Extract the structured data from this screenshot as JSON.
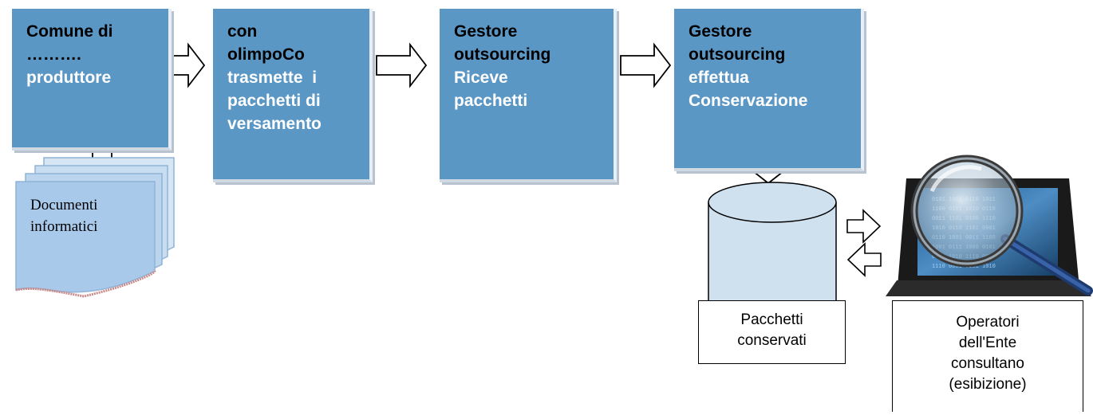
{
  "boxes": [
    {
      "lines": [
        {
          "text": "Comune di",
          "tone": "dark"
        },
        {
          "text": "……….",
          "tone": "dark"
        },
        {
          "text": "produttore",
          "tone": "light"
        }
      ]
    },
    {
      "lines": [
        {
          "text": "con",
          "tone": "dark"
        },
        {
          "text": "olimpoCo",
          "tone": "dark"
        },
        {
          "text": "trasmette  i",
          "tone": "light"
        },
        {
          "text": "pacchetti di",
          "tone": "light"
        },
        {
          "text": "versamento",
          "tone": "light"
        }
      ]
    },
    {
      "lines": [
        {
          "text": "Gestore",
          "tone": "dark"
        },
        {
          "text": "outsourcing",
          "tone": "dark"
        },
        {
          "text": "Riceve",
          "tone": "light"
        },
        {
          "text": "pacchetti",
          "tone": "light"
        }
      ]
    },
    {
      "lines": [
        {
          "text": "Gestore",
          "tone": "dark"
        },
        {
          "text": "outsourcing",
          "tone": "dark"
        },
        {
          "text": "effettua",
          "tone": "light"
        },
        {
          "text": "Conservazione",
          "tone": "light"
        }
      ]
    }
  ],
  "documents": {
    "line1": "Documenti",
    "line2": "informatici"
  },
  "storage": {
    "line1": "Pacchetti",
    "line2": "conservati"
  },
  "operators": {
    "line1": "Operatori",
    "line2": "dell'Ente",
    "line3": "consultano",
    "line4": "(esibizione)"
  },
  "colors": {
    "box_fill": "#5b97c5",
    "box_light_text": "#ffffff",
    "box_dark_text": "#000000",
    "document_fill": "#a9c9ea",
    "cylinder_fill": "#cfe0ee"
  },
  "icons": [
    "right-arrow-icon",
    "up-arrow-icon",
    "down-arrow-icon",
    "left-arrow-icon",
    "database-cylinder-icon",
    "document-stack-icon",
    "laptop-magnifier-icon"
  ]
}
